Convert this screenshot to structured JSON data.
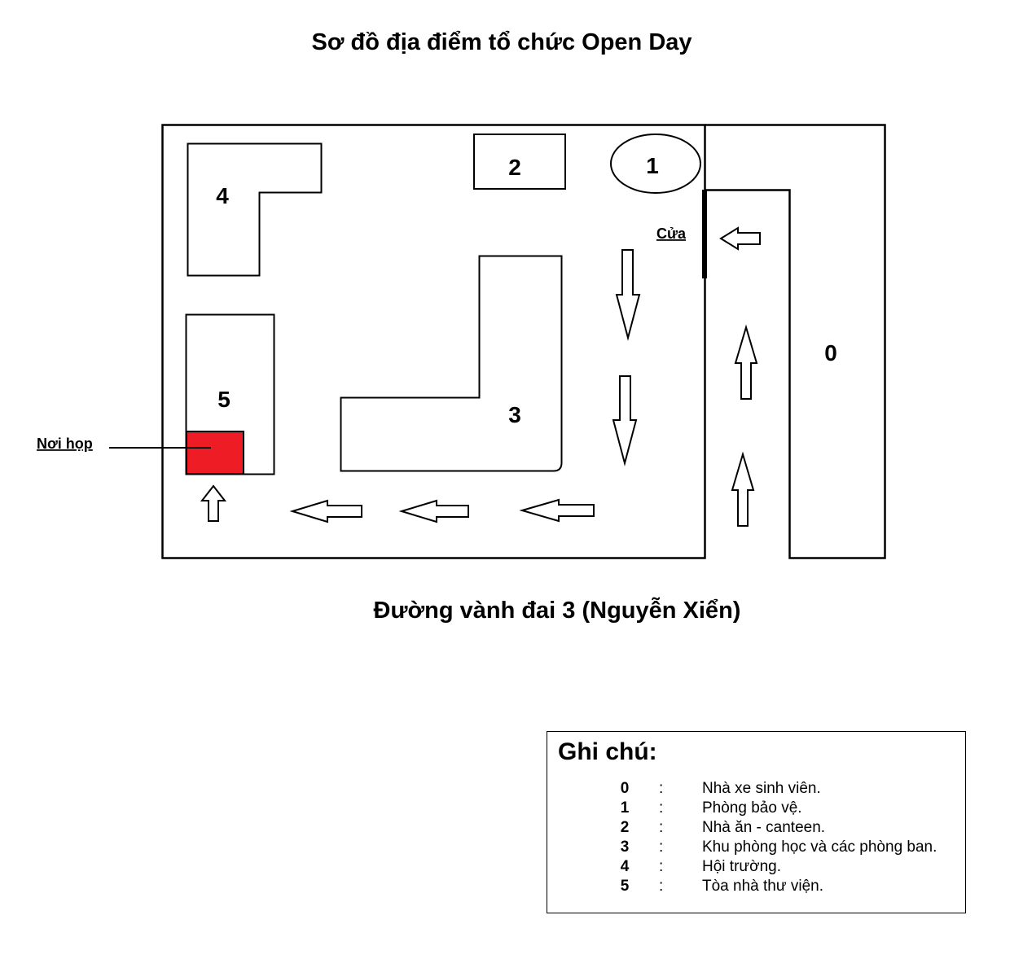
{
  "title": "Sơ đồ địa điểm tổ chức Open Day",
  "road_label": "Đường vành đai 3 (Nguyễn Xiển)",
  "buildings": [
    {
      "id": "0",
      "label": "0"
    },
    {
      "id": "1",
      "label": "1"
    },
    {
      "id": "2",
      "label": "2"
    },
    {
      "id": "3",
      "label": "3"
    },
    {
      "id": "4",
      "label": "4"
    },
    {
      "id": "5",
      "label": "5"
    }
  ],
  "gate_label": "Cửa",
  "meeting_label": "Nơi họp",
  "colors": {
    "meeting_place": "#ee1c24",
    "stroke": "#000000",
    "background": "#ffffff"
  },
  "legend": {
    "title": "Ghi chú:",
    "items": [
      {
        "key": "0",
        "sep": ":",
        "desc": "Nhà xe sinh viên."
      },
      {
        "key": "1",
        "sep": ":",
        "desc": "Phòng bảo vệ."
      },
      {
        "key": "2",
        "sep": ":",
        "desc": "Nhà ăn - canteen."
      },
      {
        "key": "3",
        "sep": ":",
        "desc": "Khu phòng học và các phòng ban."
      },
      {
        "key": "4",
        "sep": ":",
        "desc": "Hội trường."
      },
      {
        "key": "5",
        "sep": ":",
        "desc": "Tòa nhà thư viện."
      }
    ]
  },
  "route_arrows": [
    {
      "icon": "arrow-left-icon"
    },
    {
      "icon": "arrow-up-icon"
    },
    {
      "icon": "arrow-up-icon"
    },
    {
      "icon": "arrow-down-icon"
    },
    {
      "icon": "arrow-down-icon"
    },
    {
      "icon": "arrow-left-icon"
    },
    {
      "icon": "arrow-left-icon"
    },
    {
      "icon": "arrow-left-icon"
    },
    {
      "icon": "arrow-up-icon"
    }
  ]
}
